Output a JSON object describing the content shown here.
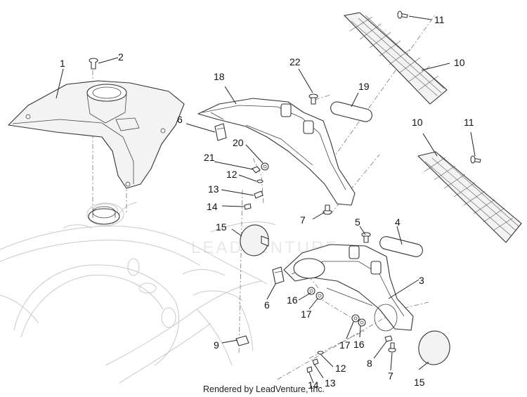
{
  "diagram": {
    "watermark": "LEADVENTURE",
    "credit": "Rendered by LeadVenture, Inc.",
    "callouts": [
      {
        "id": "c1",
        "label": "1"
      },
      {
        "id": "c2",
        "label": "2"
      },
      {
        "id": "c3",
        "label": "3"
      },
      {
        "id": "c4",
        "label": "4"
      },
      {
        "id": "c5",
        "label": "5"
      },
      {
        "id": "c6a",
        "label": "6"
      },
      {
        "id": "c6b",
        "label": "6"
      },
      {
        "id": "c7a",
        "label": "7"
      },
      {
        "id": "c7b",
        "label": "7"
      },
      {
        "id": "c8",
        "label": "8"
      },
      {
        "id": "c9",
        "label": "9"
      },
      {
        "id": "c10a",
        "label": "10"
      },
      {
        "id": "c10b",
        "label": "10"
      },
      {
        "id": "c11a",
        "label": "11"
      },
      {
        "id": "c11b",
        "label": "11"
      },
      {
        "id": "c12a",
        "label": "12"
      },
      {
        "id": "c12b",
        "label": "12"
      },
      {
        "id": "c13a",
        "label": "13"
      },
      {
        "id": "c13b",
        "label": "13"
      },
      {
        "id": "c14a",
        "label": "14"
      },
      {
        "id": "c14b",
        "label": "14"
      },
      {
        "id": "c15a",
        "label": "15"
      },
      {
        "id": "c15b",
        "label": "15"
      },
      {
        "id": "c16a",
        "label": "16"
      },
      {
        "id": "c16b",
        "label": "16"
      },
      {
        "id": "c17a",
        "label": "17"
      },
      {
        "id": "c17b",
        "label": "17"
      },
      {
        "id": "c18",
        "label": "18"
      },
      {
        "id": "c19",
        "label": "19"
      },
      {
        "id": "c20",
        "label": "20"
      },
      {
        "id": "c21",
        "label": "21"
      },
      {
        "id": "c22",
        "label": "22"
      }
    ]
  }
}
